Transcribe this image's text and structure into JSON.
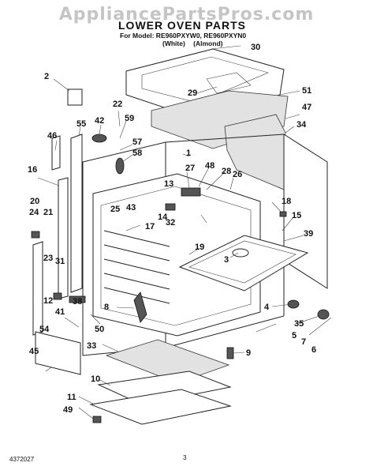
{
  "watermark": "AppliancePartsPros.com",
  "title": "LOWER OVEN PARTS",
  "model_line": "For Model: RE960PXYW0, RE960PXYN0",
  "variants": [
    "(White)",
    "(Almond)"
  ],
  "doc_number": "4372027",
  "page_number": "3",
  "part_labels": [
    "1",
    "2",
    "3",
    "4",
    "5",
    "6",
    "7",
    "8",
    "9",
    "10",
    "11",
    "12",
    "13",
    "14",
    "15",
    "16",
    "17",
    "18",
    "19",
    "20",
    "21",
    "22",
    "23",
    "24",
    "25",
    "26",
    "27",
    "28",
    "29",
    "30",
    "31",
    "32",
    "33",
    "34",
    "35",
    "38",
    "39",
    "41",
    "42",
    "43",
    "45",
    "46",
    "47",
    "48",
    "49",
    "50",
    "51",
    "54",
    "55",
    "57",
    "58",
    "59"
  ]
}
